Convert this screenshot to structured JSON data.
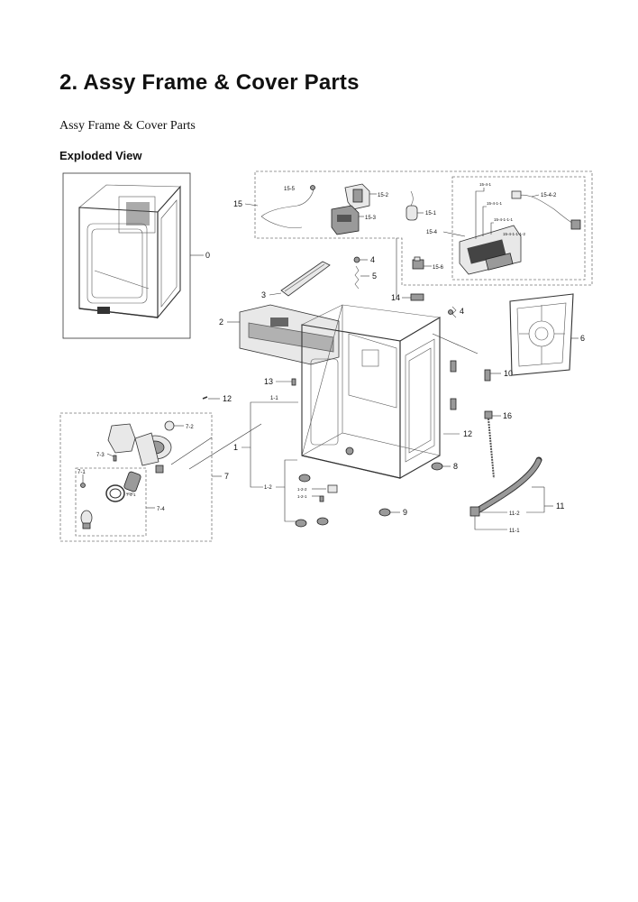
{
  "page": {
    "heading": "2.  Assy Frame & Cover Parts",
    "subtitle": "Assy Frame & Cover Parts",
    "section": "Exploded View"
  },
  "diagram": {
    "labels": {
      "p0": "0",
      "p1": "1",
      "p1_1": "1-1",
      "p1_2": "1-2",
      "p1_2_1": "1-2-1",
      "p1_2_2": "1-2-2",
      "p2": "2",
      "p3": "3",
      "p4a": "4",
      "p4b": "4",
      "p5": "5",
      "p6": "6",
      "p7": "7",
      "p7_1": "7-1",
      "p7_2": "7-2",
      "p7_3": "7-3",
      "p7_4": "7-4",
      "p7_4_1": "7-4-1",
      "p8": "8",
      "p9": "9",
      "p10": "10",
      "p11": "11",
      "p11_1": "11-1",
      "p11_2": "11-2",
      "p12a": "12",
      "p12b": "12",
      "p13": "13",
      "p14": "14",
      "p15": "15",
      "p15_1": "15-1",
      "p15_2": "15-2",
      "p15_3": "15-3",
      "p15_4": "15-4",
      "p15_5": "15-5",
      "p15_6": "15-6",
      "p15_4_1": "15-4-1",
      "p15_4_2": "15-4-2",
      "p15_4_1_1": "15-4-1-1",
      "p15_4_1_1_1": "15-4-1-1-1",
      "p15_4_1_1_2": "15-4-1-1-1-2",
      "p16": "16"
    }
  }
}
